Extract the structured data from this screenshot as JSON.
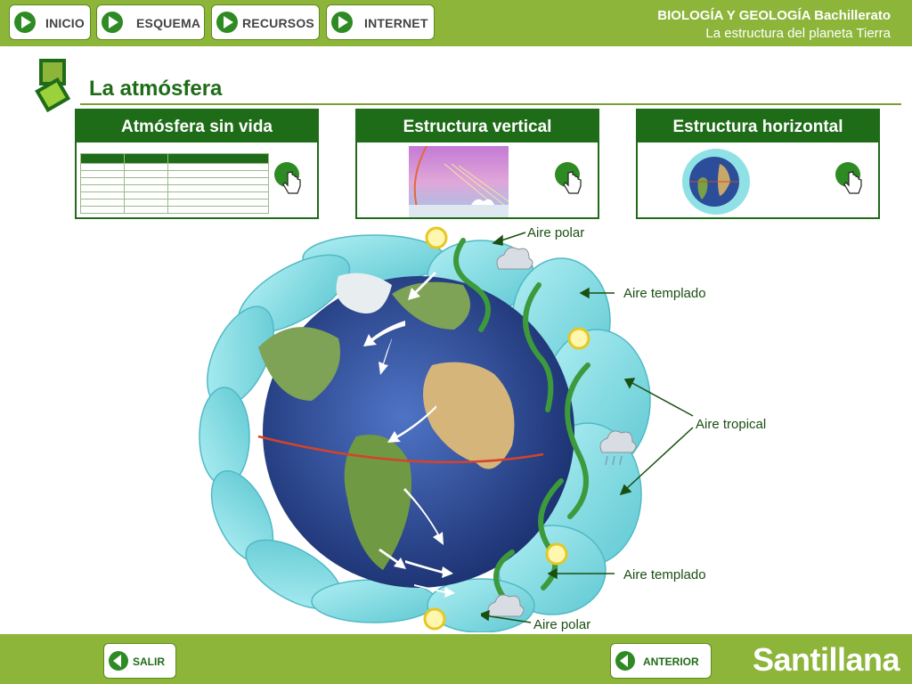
{
  "nav": {
    "home": "INICIO",
    "outline": "ESQUEMA",
    "resources": "RECURSOS",
    "internet": "INTERNET"
  },
  "header": {
    "subject": "BIOLOGÍA Y GEOLOGÍA Bachillerato",
    "topic": "La estructura del planeta Tierra"
  },
  "page": {
    "title": "La atmósfera"
  },
  "cards": [
    {
      "title": "Atmósfera sin vida"
    },
    {
      "title": "Estructura vertical"
    },
    {
      "title": "Estructura horizontal"
    }
  ],
  "diagram": {
    "labels": {
      "polar_top": "Aire polar",
      "temperate_top": "Aire templado",
      "tropical": "Aire tropical",
      "temperate_bottom": "Aire templado",
      "polar_bottom": "Aire polar"
    }
  },
  "footer": {
    "exit": "SALIR",
    "previous": "ANTERIOR",
    "brand": "Santillana"
  },
  "colors": {
    "bar_green": "#8cb53a",
    "dark_green": "#1f6c18",
    "cell_cyan": "#6fd3dc",
    "ocean_blue": "#2b4d9a"
  }
}
